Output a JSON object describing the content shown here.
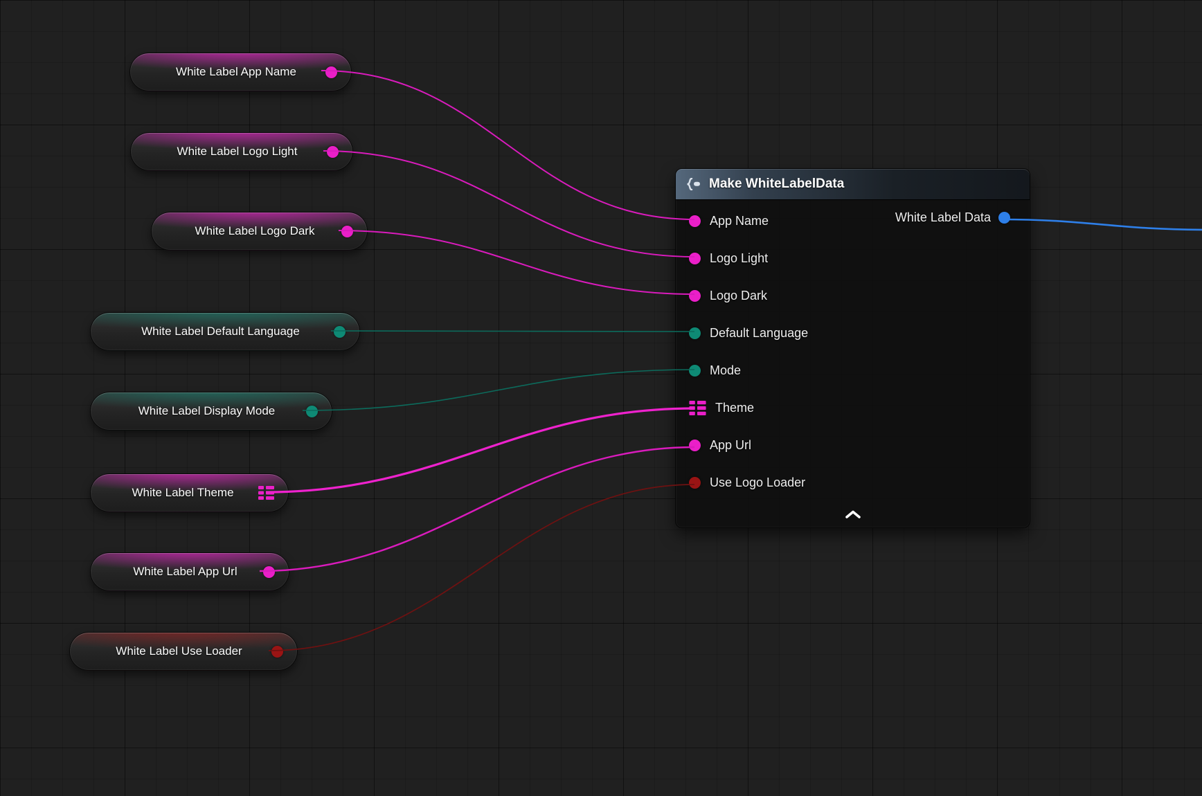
{
  "graph": {
    "app": "Blueprint node graph",
    "colors": {
      "string_pin": "#ea1fc8",
      "enum_pin": "#0e8a75",
      "bool_pin": "#9a1414",
      "struct_pin": "#2e7fe8",
      "wire_pink": "#da1bbd",
      "wire_pink_bright": "#ee22cd",
      "wire_teal": "#0c6b5c",
      "wire_red": "#6f1111",
      "wire_blue": "#2e7fe8",
      "background": "#202020"
    },
    "icons": {
      "header_icon": "make-struct-icon",
      "theme_pin_icon": "map-container-icon",
      "collapse_icon": "chevron-up-icon"
    }
  },
  "getter_nodes": [
    {
      "label": "White Label App Name",
      "pin_type": "string"
    },
    {
      "label": "White Label Logo Light",
      "pin_type": "string"
    },
    {
      "label": "White Label Logo Dark",
      "pin_type": "string"
    },
    {
      "label": "White Label Default Language",
      "pin_type": "enum"
    },
    {
      "label": "White Label Display Mode",
      "pin_type": "enum"
    },
    {
      "label": "White Label Theme",
      "pin_type": "map"
    },
    {
      "label": "White Label App Url",
      "pin_type": "string"
    },
    {
      "label": "White Label Use Loader",
      "pin_type": "bool"
    }
  ],
  "make_node": {
    "title": "Make WhiteLabelData",
    "inputs": [
      {
        "label": "App Name",
        "pin_type": "string"
      },
      {
        "label": "Logo Light",
        "pin_type": "string"
      },
      {
        "label": "Logo Dark",
        "pin_type": "string"
      },
      {
        "label": "Default Language",
        "pin_type": "enum"
      },
      {
        "label": "Mode",
        "pin_type": "enum"
      },
      {
        "label": "Theme",
        "pin_type": "map"
      },
      {
        "label": "App Url",
        "pin_type": "string"
      },
      {
        "label": "Use Logo Loader",
        "pin_type": "bool"
      }
    ],
    "output_label": "White Label Data",
    "output_pin_type": "struct"
  }
}
